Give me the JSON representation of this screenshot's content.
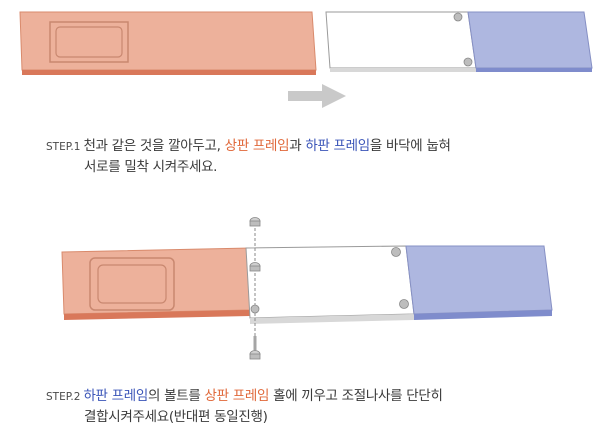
{
  "step1": {
    "number": "STEP.1",
    "part1": "천과 같은 것을 깔아두고, ",
    "upper_frame": "상판 프레임",
    "part2": "과 ",
    "lower_frame": "하판 프레임",
    "part3": "을 바닥에 눕혀",
    "line2": "서로를 밀착 시켜주세요."
  },
  "step2": {
    "number": "STEP.2",
    "lower_frame": "하판 프레임",
    "part1": "의 볼트를 ",
    "upper_frame": "상판 프레임",
    "part2": " 홀에 끼우고 조절나사를 단단히",
    "line2": "결합시켜주세요(반대편 동일진행)"
  },
  "colors": {
    "orange_frame": "#e9a38a",
    "blue_frame": "#a9b3dd",
    "text_orange": "#e0683a",
    "text_blue": "#3b55b8"
  }
}
